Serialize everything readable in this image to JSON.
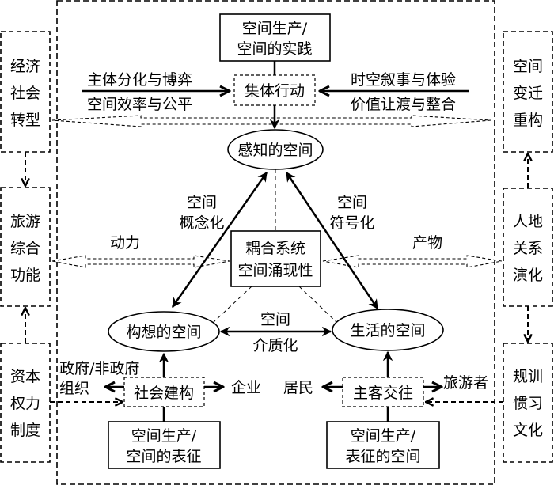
{
  "nodes": {
    "top_production": [
      "空间生产/",
      "空间的实践"
    ],
    "collective_action": "集体行动",
    "perceived_space": "感知的空间",
    "coupling_system": [
      "耦合系统",
      "空间涌现性"
    ],
    "conceived_space": "构想的空间",
    "lived_space": "生活的空间",
    "social_construction": "社会建构",
    "host_guest": "主客交往",
    "bottom_left_production": [
      "空间生产/",
      "空间的表征"
    ],
    "bottom_right_production": [
      "空间生产/",
      "表征的空间"
    ]
  },
  "left_column": [
    [
      "经济",
      "社会",
      "转型"
    ],
    [
      "旅游",
      "综合",
      "功能"
    ],
    [
      "资本",
      "权力",
      "制度"
    ]
  ],
  "right_column": [
    [
      "空间",
      "变迁",
      "重构"
    ],
    [
      "人地",
      "关系",
      "演化"
    ],
    [
      "规训",
      "惯习",
      "文化"
    ]
  ],
  "labels": {
    "left_input": [
      "主体分化与博弈",
      "空间效率与公平"
    ],
    "right_input": [
      "时空叙事与体验",
      "价值让渡与整合"
    ],
    "conceptualization": [
      "空间",
      "概念化"
    ],
    "symbolization": [
      "空间",
      "符号化"
    ],
    "mediation": [
      "空间",
      "介质化"
    ],
    "driving_force": "动力",
    "product": "产物",
    "gov_ngo": [
      "政府/非政府",
      "组织"
    ],
    "enterprise": "企业",
    "residents": "居民",
    "tourists": "旅游者"
  }
}
